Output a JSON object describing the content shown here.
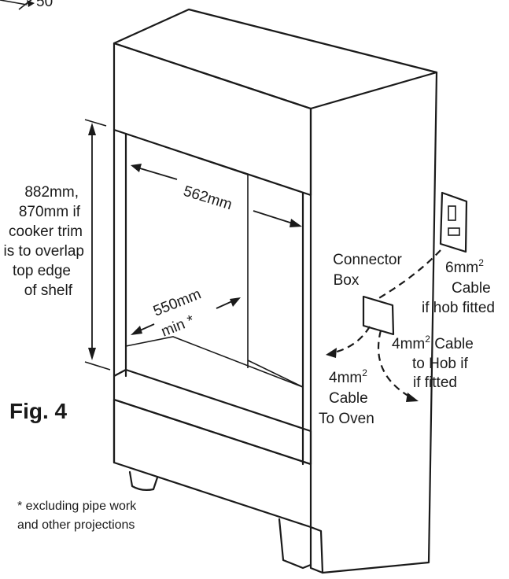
{
  "figure": {
    "label": "Fig. 4"
  },
  "dimensions": {
    "height_lines": [
      "882mm,",
      "870mm if",
      "cooker trim",
      "is to overlap",
      "top edge",
      "of shelf"
    ],
    "width": "562mm",
    "depth_lines": [
      "550mm",
      "min *"
    ]
  },
  "connector_box": {
    "lines": [
      "Connector",
      "Box"
    ]
  },
  "cables": {
    "hob_supply": {
      "size": "6mm",
      "sup": "2",
      "lines": [
        "Cable",
        "if hob fitted"
      ]
    },
    "to_hob": {
      "size": "4mm",
      "sup": "2",
      "suffix": " Cable",
      "lines": [
        "to Hob if",
        "if fitted"
      ]
    },
    "to_oven": {
      "size": "4mm",
      "sup": "2",
      "lines": [
        "Cable",
        "To Oven"
      ]
    }
  },
  "footnote": {
    "lines": [
      "* excluding pipe work",
      "and other projections"
    ]
  },
  "top_fragment": "50"
}
